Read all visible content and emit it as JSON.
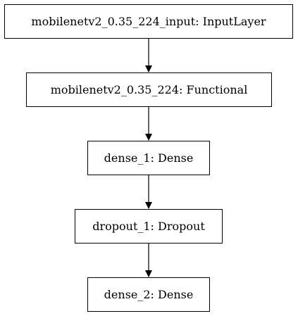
{
  "diagram": {
    "nodes": [
      {
        "id": "input",
        "label": "mobilenetv2_0.35_224_input: InputLayer"
      },
      {
        "id": "functional",
        "label": "mobilenetv2_0.35_224: Functional"
      },
      {
        "id": "dense1",
        "label": "dense_1: Dense"
      },
      {
        "id": "dropout1",
        "label": "dropout_1: Dropout"
      },
      {
        "id": "dense2",
        "label": "dense_2: Dense"
      }
    ],
    "edges": [
      {
        "from": "input",
        "to": "functional"
      },
      {
        "from": "functional",
        "to": "dense1"
      },
      {
        "from": "dense1",
        "to": "dropout1"
      },
      {
        "from": "dropout1",
        "to": "dense2"
      }
    ]
  }
}
